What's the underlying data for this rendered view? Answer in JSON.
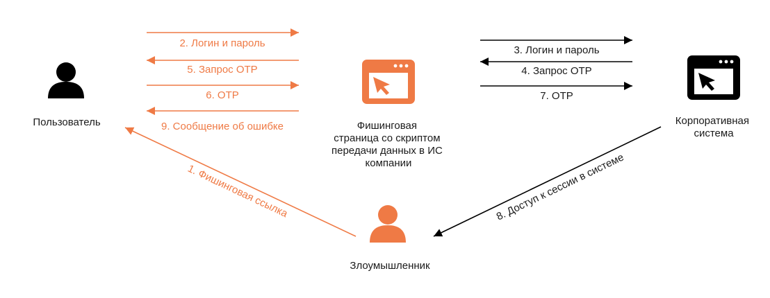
{
  "colors": {
    "accent": "#ef7a45",
    "dark": "#000000",
    "text": "#1a1a1a"
  },
  "nodes": {
    "user": {
      "label": "Пользователь",
      "icon": "person-icon"
    },
    "phishing_page": {
      "label_lines": [
        "Фишинговая",
        "страница со скриптом",
        "передачи данных в ИС",
        "компании"
      ],
      "icon": "browser-window-cursor-icon"
    },
    "corporate_system": {
      "label_lines": [
        "Корпоративная",
        "система"
      ],
      "icon": "browser-window-cursor-icon"
    },
    "attacker": {
      "label": "Злоумышленник",
      "icon": "person-icon"
    }
  },
  "edges": {
    "e1": {
      "label": "1. Фишинговая ссылка",
      "color": "#ef7a45"
    },
    "e2": {
      "label": "2. Логин и пароль",
      "color": "#ef7a45"
    },
    "e3": {
      "label": "3. Логин и пароль",
      "color": "#000000"
    },
    "e4": {
      "label": "4. Запрос OTP",
      "color": "#000000"
    },
    "e5": {
      "label": "5. Запрос OTP",
      "color": "#ef7a45"
    },
    "e6": {
      "label": "6. OTP",
      "color": "#ef7a45"
    },
    "e7": {
      "label": "7. OTP",
      "color": "#000000"
    },
    "e8": {
      "label": "8. Доступ к сессии в системе",
      "color": "#000000"
    },
    "e9": {
      "label": "9. Сообщение об ошибке",
      "color": "#ef7a45"
    }
  }
}
